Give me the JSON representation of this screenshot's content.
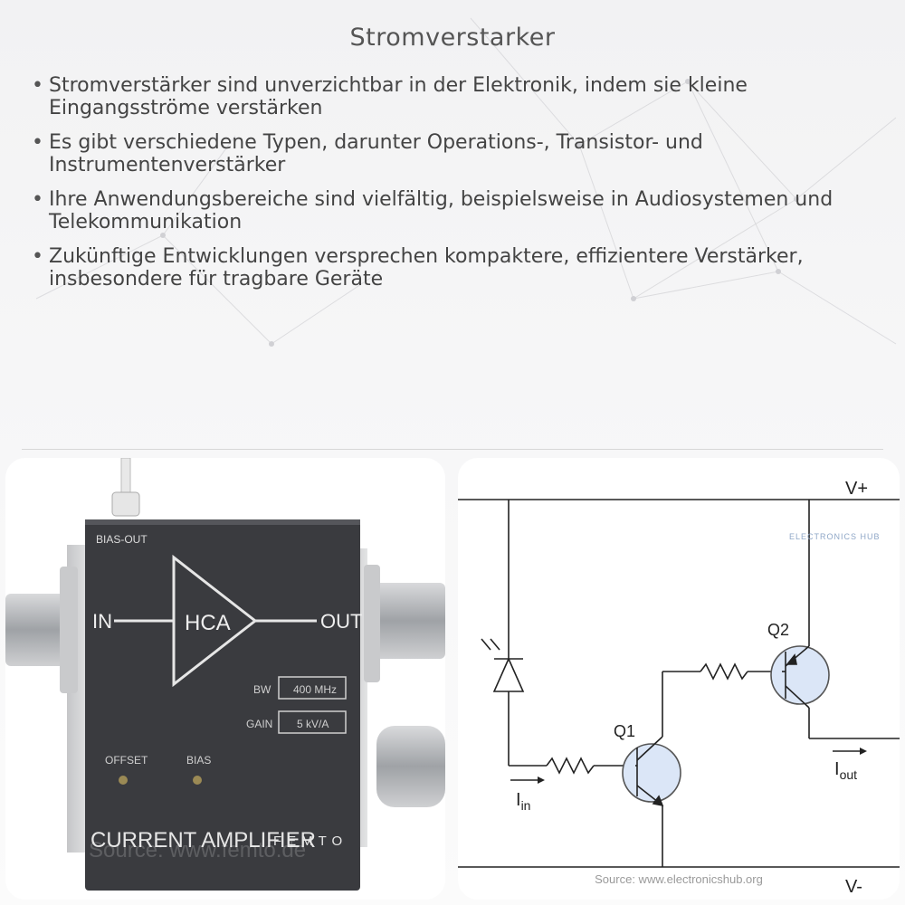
{
  "slide": {
    "title": "Stromverstarker",
    "bullets": [
      "Stromverstärker sind unverzichtbar in der Elektronik, indem sie kleine Eingangsströme verstärken",
      "Es gibt verschiedene Typen, darunter Operations-, Transistor- und Instrumentenverstärker",
      "Ihre Anwendungsbereiche sind vielfältig, beispielsweise in Audiosystemen und Telekommunikation",
      "Zukünftige Entwicklungen versprechen kompaktere, effizientere Verstärker, insbesondere für tragbare Geräte"
    ]
  },
  "device_photo": {
    "bias_out": "BIAS-OUT",
    "in_label": "IN",
    "block_label": "HCA",
    "out_label": "OUT",
    "bw_label": "BW",
    "bw_value": "400 MHz",
    "gain_label": "GAIN",
    "gain_value": "5 kV/A",
    "offset_label": "OFFSET",
    "bias_label": "BIAS",
    "product_name": "CURRENT AMPLIFIER",
    "brand": "FEMTO",
    "watermark": "Source: www.femto.de"
  },
  "circuit": {
    "v_plus": "V+",
    "v_minus": "V-",
    "q1": "Q1",
    "q2": "Q2",
    "i_in": "I",
    "i_in_sub": "in",
    "i_out": "I",
    "i_out_sub": "out",
    "logo": "ELECTRONICS HUB",
    "source": "Source: www.electronicshub.org"
  },
  "colors": {
    "device_body": "#3a3b3f",
    "transistor_fill": "#dbe6f7",
    "wire": "#222222"
  }
}
